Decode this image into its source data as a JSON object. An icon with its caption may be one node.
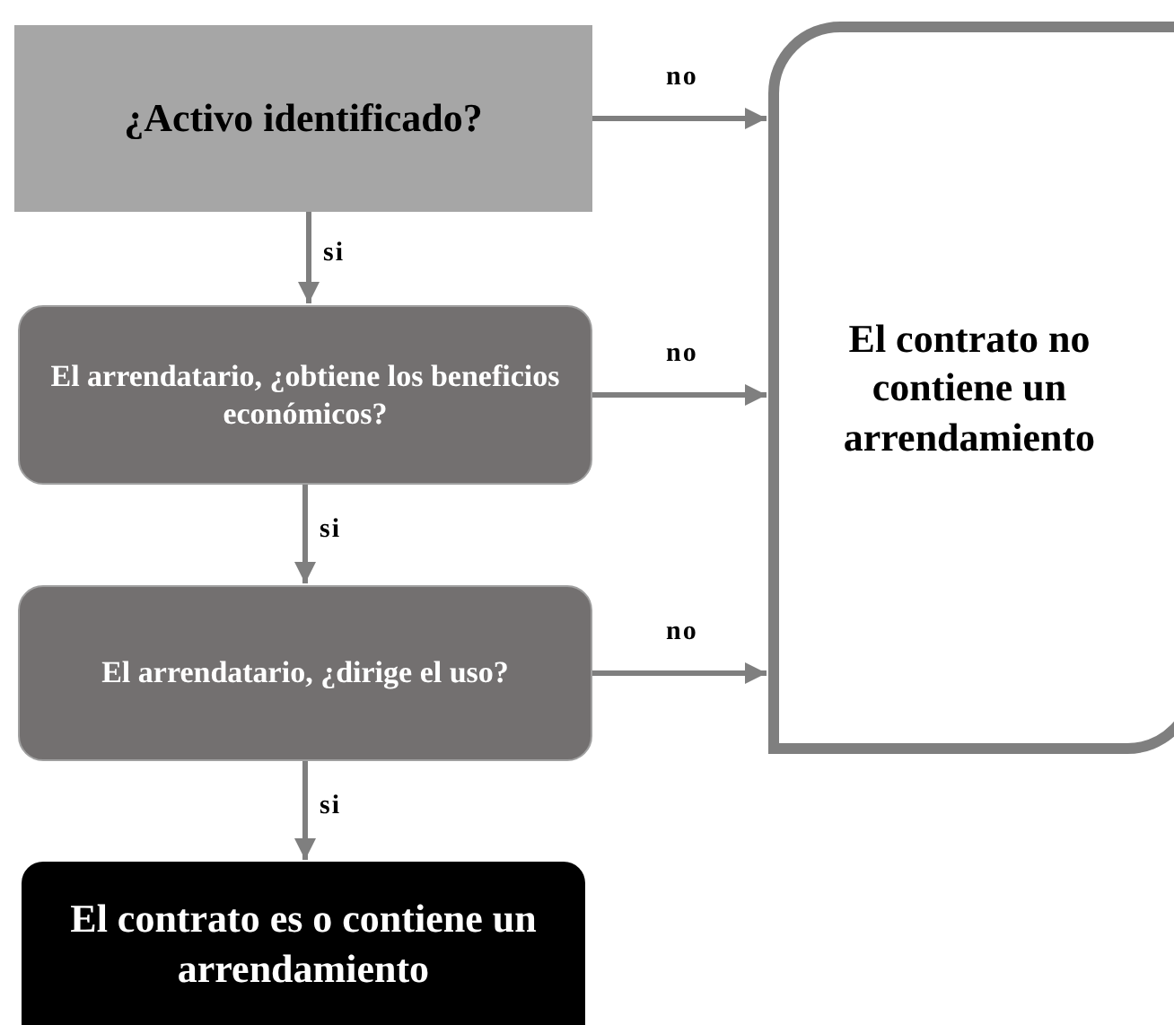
{
  "diagram": {
    "nodes": [
      {
        "text": [
          "¿Activo identificado?"
        ]
      },
      {
        "text": [
          "El arrendatario, ¿obtiene los beneficios económicos?"
        ]
      },
      {
        "text": [
          "El arrendatario, ¿dirige el uso?"
        ]
      },
      {
        "text": [
          "El contrato es o contiene un arrendamiento"
        ]
      },
      {
        "text": [
          "El contrato no contiene un arrendamiento"
        ]
      }
    ],
    "edges": [
      {
        "from": 0,
        "to": 4,
        "arrow": "to",
        "label": "no"
      },
      {
        "from": 0,
        "to": 1,
        "arrow": "to",
        "label": "si"
      },
      {
        "from": 1,
        "to": 4,
        "arrow": "to",
        "label": "no"
      },
      {
        "from": 1,
        "to": 2,
        "arrow": "to",
        "label": "si"
      },
      {
        "from": 2,
        "to": 4,
        "arrow": "to",
        "label": "no"
      },
      {
        "from": 2,
        "to": 3,
        "arrow": "to",
        "label": "si"
      }
    ]
  }
}
